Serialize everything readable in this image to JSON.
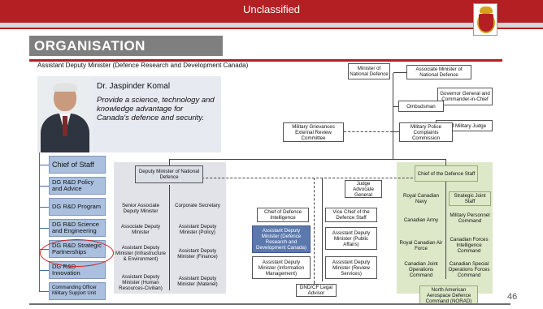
{
  "header": {
    "classification": "Unclassified",
    "title": "ORGANISATION",
    "page_number": "46"
  },
  "position": {
    "title": "Assistant Deputy Minister (Defence Research and Development Canada)",
    "name": "Dr. Jaspinder Komal",
    "mission": "Provide a science, technology and knowledge advantage for Canada's defence and security."
  },
  "sidebar": {
    "items": [
      {
        "label": "Chief of Staff"
      },
      {
        "label": "DG R&D Policy and Advice"
      },
      {
        "label": "DG R&D Program"
      },
      {
        "label": "DG R&D Science and Engineering"
      },
      {
        "label": "DG R&D Strategic Partnerships",
        "highlighted": true
      },
      {
        "label": "DG R&D Innovation"
      },
      {
        "label": "Commanding Officer Military Support Unit"
      }
    ]
  },
  "org": {
    "minister": "Minister of National Defence",
    "associate_minister": "Associate Minister of National Defence",
    "governor_general": "Governor General and Commander-in-Chief",
    "ombudsman": "Ombudsman",
    "chief_military_judge": "Chief Military Judge",
    "grievances": "Military Grievances External Review Committee",
    "police_complaints": "Military Police Complaints Commission",
    "deputy_minister": "Deputy Minister of National Defence",
    "jag": "Judge Advocate General",
    "cds": "Chief of the Defence Staff",
    "dm_reports": [
      "Senior Associate Deputy Minister",
      "Corporate Secretary",
      "Associate Deputy Minister",
      "Assistant Deputy Minister (Policy)",
      "Assistant Deputy Minister (Infrastructure & Environment)",
      "Assistant Deputy Minister (Finance)",
      "Assistant Deputy Minister (Human Resources-Civilian)",
      "Assistant Deputy Minister (Materiel)"
    ],
    "shared": [
      "Chief of Defence Intelligence",
      "Vice Chief of the Defence Staff",
      "Assistant Deputy Minister (Defence Research and Development Canada)",
      "Assistant Deputy Minister (Public Affairs)",
      "Assistant Deputy Minister (Information Management)",
      "Assistant Deputy Minister (Review Services)",
      "DND/CF Legal Advisor"
    ],
    "cds_reports": [
      "Royal Canadian Navy",
      "Strategic Joint Staff",
      "Canadian Army",
      "Military Personnel Command",
      "Royal Canadian Air Force",
      "Canadian Forces Intelligence Command",
      "Canadian Joint Operations Command",
      "Canadian Special Operations Forces Command",
      "North American Aerospace Defence Command (NORAD)"
    ]
  },
  "colors": {
    "brand_red": "#b41f23",
    "highlight_blue": "#5b79ad",
    "sidebar_blue": "#aac0de",
    "military_green": "#dde8c8"
  }
}
